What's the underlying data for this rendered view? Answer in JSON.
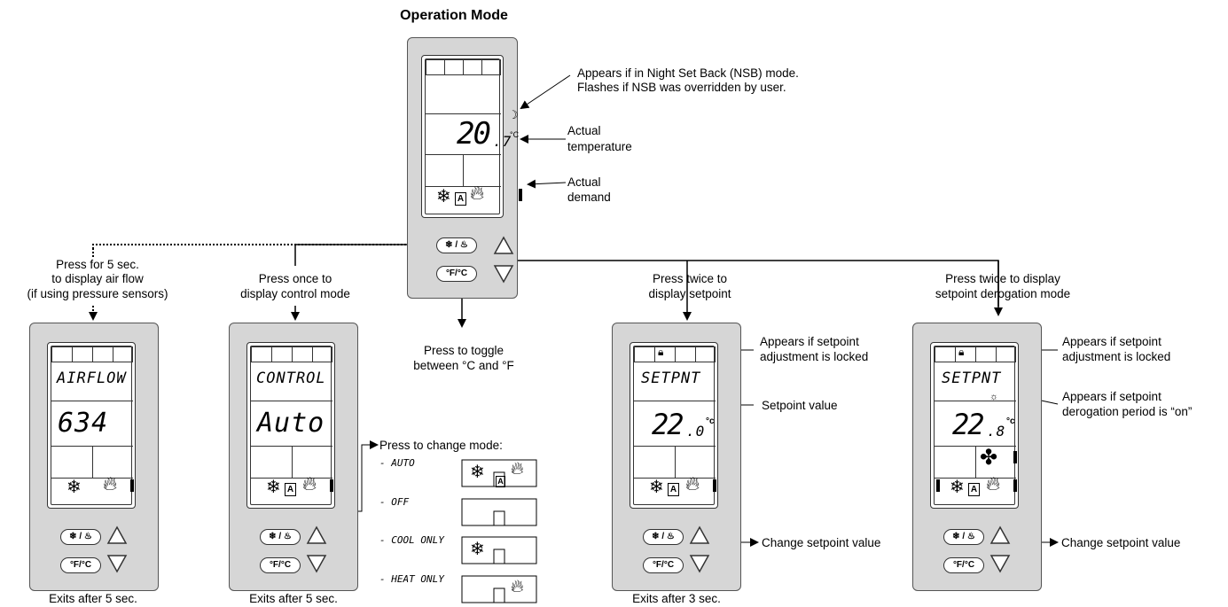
{
  "title": "Operation Mode",
  "main_device": {
    "temp_whole": "20",
    "temp_decimal": ".7",
    "unit": "°C",
    "btn_mode": "❄/🔥",
    "btn_unit": "°F/°C"
  },
  "annotations": {
    "nsb_line1": "Appears if in Night Set Back (NSB) mode.",
    "nsb_line2": "Flashes if NSB was overridden by user.",
    "actual_temp_line1": "Actual",
    "actual_temp_line2": "temperature",
    "actual_demand_line1": "Actual",
    "actual_demand_line2": "demand",
    "toggle_line1": "Press to toggle",
    "toggle_line2": "between °C and °F"
  },
  "airflow_panel": {
    "caption_line1": "Press for 5 sec.",
    "caption_line2": "to display air flow",
    "caption_line3": "(if using pressure sensors)",
    "lcd_text": "AIRFLOW",
    "lcd_value": "634",
    "exit": "Exits after 5 sec."
  },
  "control_panel": {
    "caption_line1": "Press once to",
    "caption_line2": "display control mode",
    "lcd_text": "CONTROL",
    "lcd_value": "Auto",
    "exit": "Exits after 5 sec.",
    "change_mode": "Press to change mode:",
    "modes": [
      "- AUTO",
      "- OFF",
      "- COOL ONLY",
      "- HEAT ONLY"
    ]
  },
  "setpoint_panel": {
    "caption_line1": "Press twice to",
    "caption_line2": "display setpoint",
    "lcd_text": "SETPNT",
    "lcd_value_whole": "22",
    "lcd_value_decimal": ".0",
    "unit": "°c",
    "lock_line1": "Appears if setpoint",
    "lock_line2": "adjustment is locked",
    "setpoint_value": "Setpoint value",
    "change": "Change setpoint value",
    "exit": "Exits after 3 sec."
  },
  "derogation_panel": {
    "caption_line1": "Press twice to display",
    "caption_line2": "setpoint derogation mode",
    "lcd_text": "SETPNT",
    "lcd_value_whole": "22",
    "lcd_value_decimal": ".8",
    "unit": "°c",
    "lock_line1": "Appears if setpoint",
    "lock_line2": "adjustment is locked",
    "derog_line1": "Appears if setpoint",
    "derog_line2": "derogation period is “on”",
    "change": "Change setpoint value"
  },
  "icons": [
    "snowflake-icon",
    "flame-icon",
    "auto-icon",
    "moon-icon",
    "lock-icon",
    "fan-icon",
    "demand-bar-icon",
    "triangle-up-icon",
    "triangle-down-icon"
  ]
}
